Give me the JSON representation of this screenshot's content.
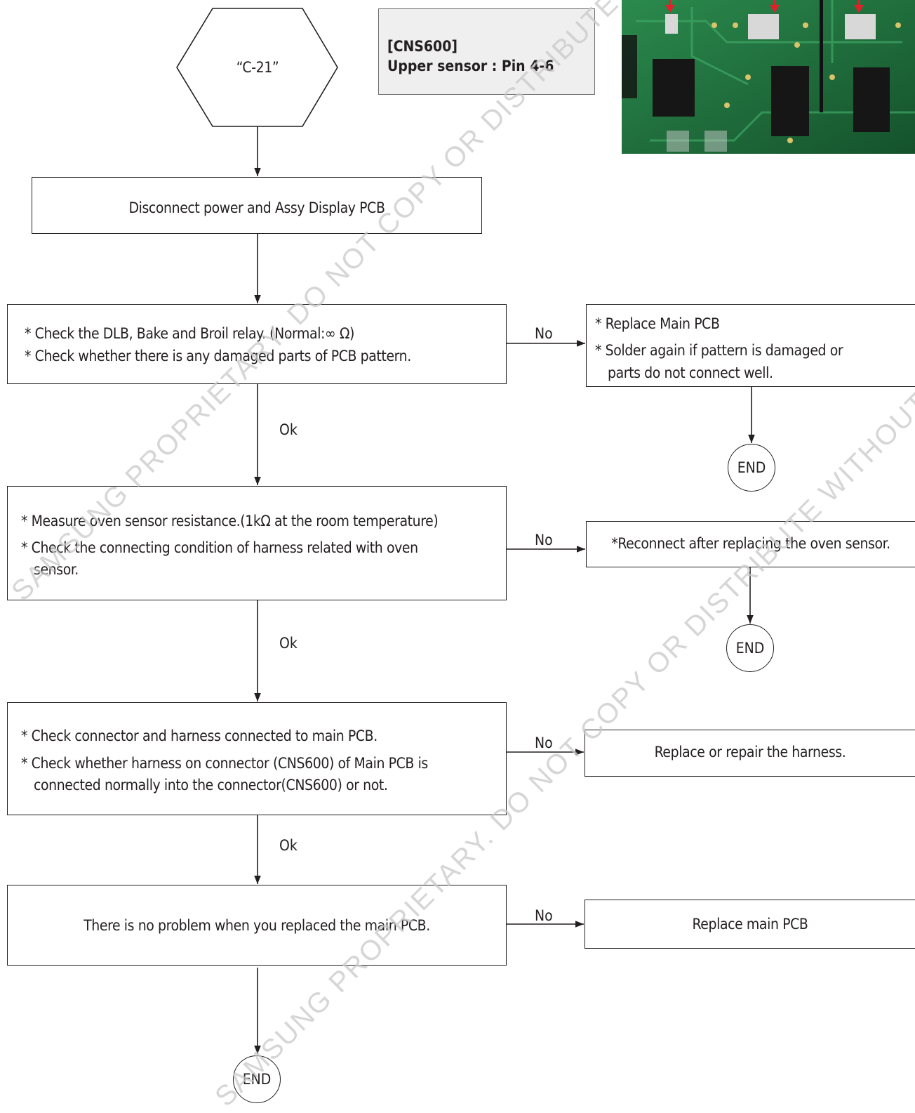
{
  "start": {
    "label": "“C-21”"
  },
  "note": {
    "line1": "[CNS600]",
    "line2": "Upper sensor : Pin 4-6"
  },
  "step0": {
    "text": "Disconnect power and Assy Display PCB"
  },
  "step1": {
    "lines": [
      "* Check the DLB, Bake and Broil relay. (Normal:∞ Ω)",
      "* Check whether there is any damaged parts of PCB pattern."
    ],
    "no_action": [
      "* Replace Main PCB",
      "* Solder again if pattern is damaged or",
      "parts do not connect well."
    ]
  },
  "step2": {
    "lines": [
      "* Measure oven sensor resistance.(1kΩ at the room temperature)",
      "* Check the connecting condition of harness related with oven",
      "sensor."
    ],
    "no_action": "*Reconnect after replacing the oven sensor."
  },
  "step3": {
    "lines": [
      "* Check connector and harness connected to main PCB.",
      "* Check whether harness on connector (CNS600) of Main PCB is",
      "connected normally into the connector(CNS600) or not."
    ],
    "no_action": "Replace or repair the harness."
  },
  "step4": {
    "text": "There is no problem when you replaced the main PCB.",
    "no_action": "Replace main PCB"
  },
  "labels": {
    "no": "No",
    "ok": "Ok",
    "end": "END"
  },
  "watermark": {
    "line_a": "SAMSUNG PROPRIETARY. DO NOT COPY OR DISTRIBUTE WITHOUT PERMISSION",
    "line_b": "SAMSUNG PROPRIETARY. DO NOT COPY OR DISTRIBUTE WITHOUT PERMISSION"
  },
  "colors": {
    "line": "#231f20",
    "note_bg": "#efefef",
    "pcb_green": "#1f6a3a",
    "pointer_red": "#e3202a",
    "watermark": "#c9c9c9"
  }
}
